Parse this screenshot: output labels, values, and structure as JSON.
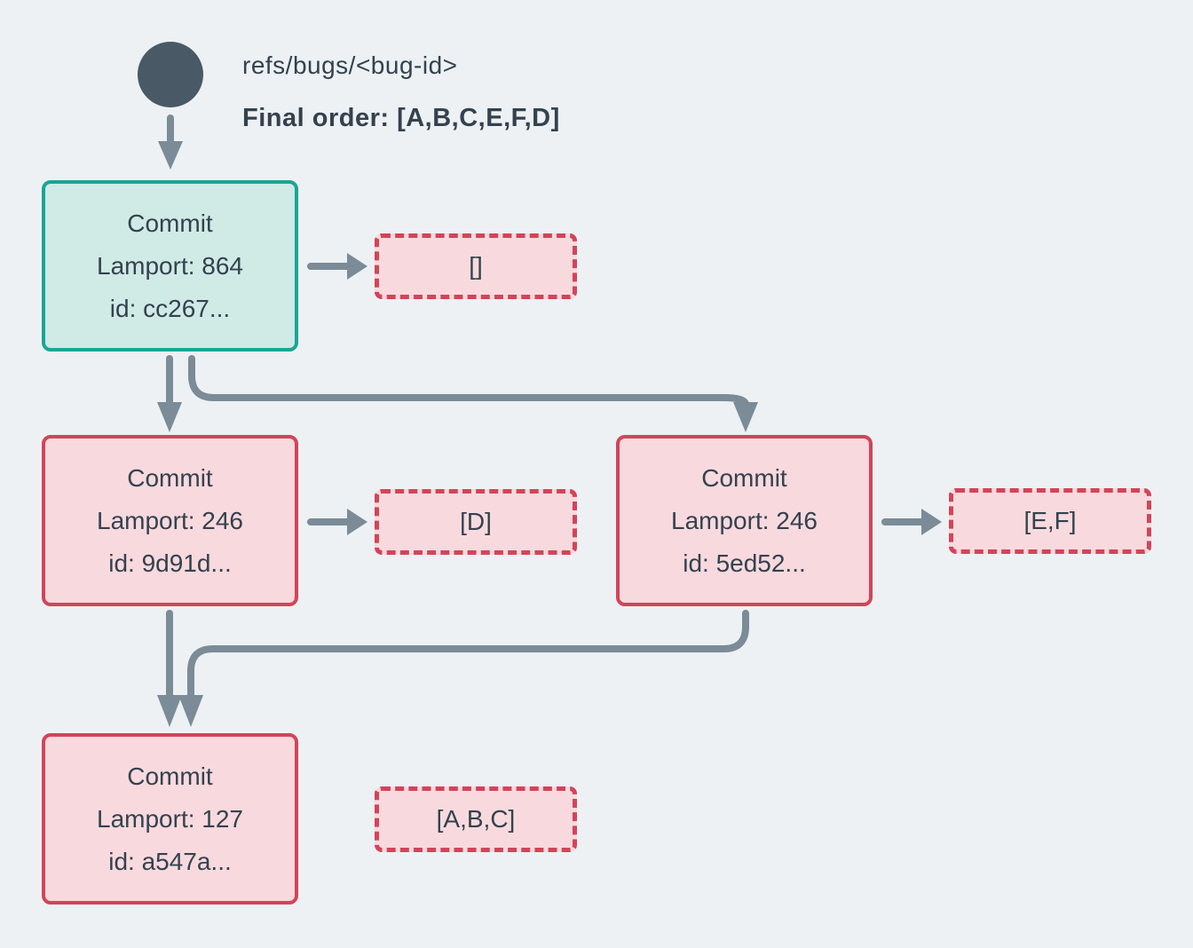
{
  "header": {
    "ref_label": "refs/bugs/<bug-id>",
    "final_order_label": "Final order: [A,B,C,E,F,D]"
  },
  "commits": {
    "root": {
      "title": "Commit",
      "lamport": "Lamport: 864",
      "id": "id: cc267...",
      "operations": "[]"
    },
    "left": {
      "title": "Commit",
      "lamport": "Lamport: 246",
      "id": "id: 9d91d...",
      "operations": "[D]"
    },
    "right": {
      "title": "Commit",
      "lamport": "Lamport: 246",
      "id": "id: 5ed52...",
      "operations": "[E,F]"
    },
    "merge": {
      "title": "Commit",
      "lamport": "Lamport: 127",
      "id": "id: a547a...",
      "operations": "[A,B,C]"
    }
  },
  "colors": {
    "background": "#edf1f4",
    "connector": "#7b8b97",
    "ref_node": "#495965",
    "text": "#33424e",
    "head_commit_border": "#19a695",
    "head_commit_fill": "#d0eae6",
    "commit_border": "#d34458",
    "commit_fill": "#f8d9de",
    "operations_border": "#d34458",
    "operations_fill": "#f8dade"
  }
}
